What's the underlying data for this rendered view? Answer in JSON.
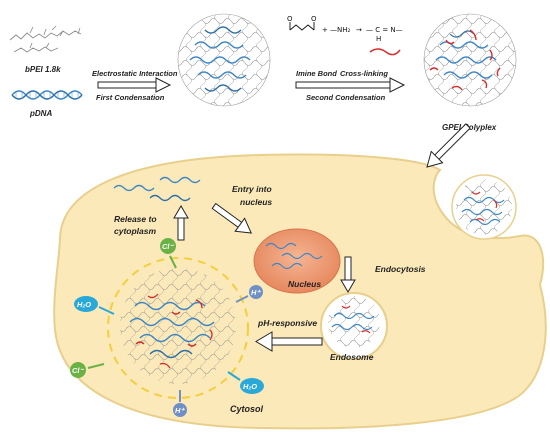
{
  "labels": {
    "bpei": "bPEI 1.8k",
    "pdna": "pDNA",
    "electrostatic": "Electrostatic Interaction",
    "first_condensation": "First Condensation",
    "imine_bond": "Imine Bond",
    "cross_linking": "Cross-linking",
    "second_condensation": "Second Condensation",
    "gpei_polyplex": "GPEI Polyplex",
    "entry_into": "Entry into",
    "nucleus_word": "nucleus",
    "release_to": "Release to",
    "cytoplasm": "cytoplasm",
    "nucleus": "Nucleus",
    "endocytosis": "Endocytosis",
    "ph_responsive": "pH-responsive",
    "endosome": "Endosome",
    "cytosol": "Cytosol"
  },
  "chem": {
    "nh2": "—NH₂",
    "imine": "— C = N—",
    "h": "H",
    "o_left": "O",
    "o_right": "O",
    "plus": "+",
    "arrow": "→"
  },
  "ions": {
    "cl": "Cl⁻",
    "h2o": "H₂O",
    "hplus": "H⁺"
  },
  "colors": {
    "cell_fill": "#fbe9b9",
    "cell_stroke": "#e9cf8c",
    "nucleus_fill": "#ef9c74",
    "dna": "#3d86c6",
    "crosslink": "#d62c2c",
    "polymer": "#7a7a7a",
    "cl_green": "#6ab245",
    "h2o_blue": "#2aa9d8",
    "hplus_blue": "#6f8fc6"
  }
}
